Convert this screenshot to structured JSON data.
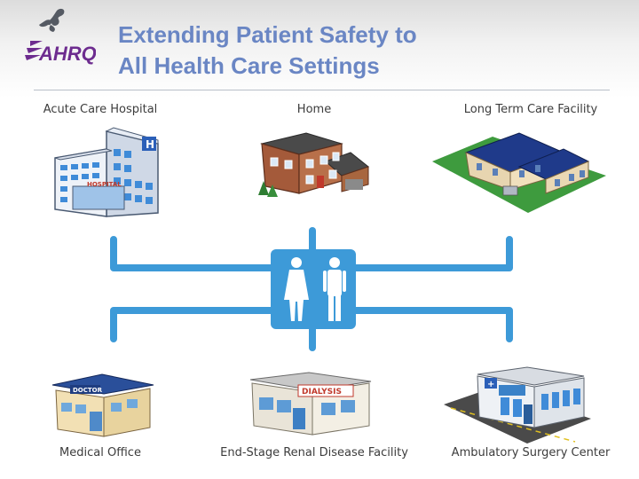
{
  "header": {
    "title_line1": "Extending Patient Safety to",
    "title_line2": "All Health Care Settings",
    "logo_text": "AHRQ",
    "logo_icon": "hhs-eagle-icon"
  },
  "settings": [
    {
      "label": "Acute Care Hospital",
      "sign": "HOSPITAL",
      "icon": "hospital-icon"
    },
    {
      "label": "Home",
      "icon": "house-icon"
    },
    {
      "label": "Long Term Care Facility",
      "icon": "long-term-care-building-icon"
    },
    {
      "label": "Medical Office",
      "sign": "DOCTOR",
      "icon": "medical-office-icon"
    },
    {
      "label": "End-Stage Renal Disease Facility",
      "sign": "DIALYSIS",
      "icon": "dialysis-center-icon"
    },
    {
      "label": "Ambulatory Surgery Center",
      "icon": "surgery-center-icon"
    }
  ],
  "center": {
    "icon": "patients-icon"
  },
  "colors": {
    "title": "#6a86c4",
    "connector": "#3d9ad8",
    "logo": "#6d2c8f"
  }
}
